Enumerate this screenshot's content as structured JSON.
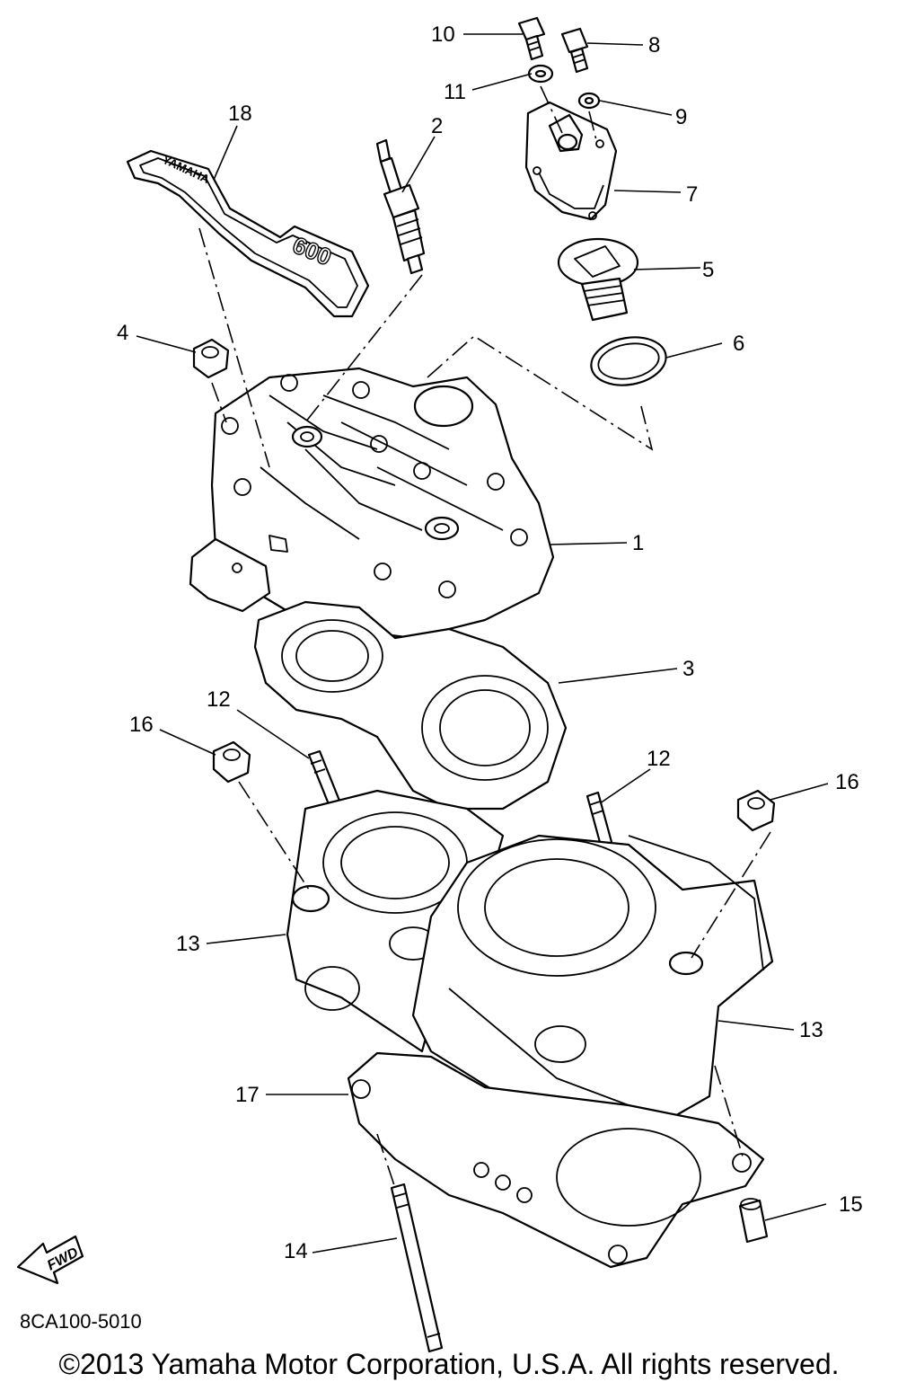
{
  "diagram": {
    "callouts": [
      "1",
      "2",
      "3",
      "4",
      "5",
      "6",
      "7",
      "8",
      "9",
      "10",
      "11",
      "12",
      "12",
      "13",
      "13",
      "14",
      "15",
      "16",
      "16",
      "17",
      "18"
    ],
    "cover_logo_text": "YAMAHA",
    "cover_model_text": "600",
    "fwd_arrow_text": "FWD",
    "code": "8CA100-5010"
  },
  "footer": {
    "copyright": "©2013 Yamaha Motor Corporation, U.S.A. All rights reserved."
  }
}
